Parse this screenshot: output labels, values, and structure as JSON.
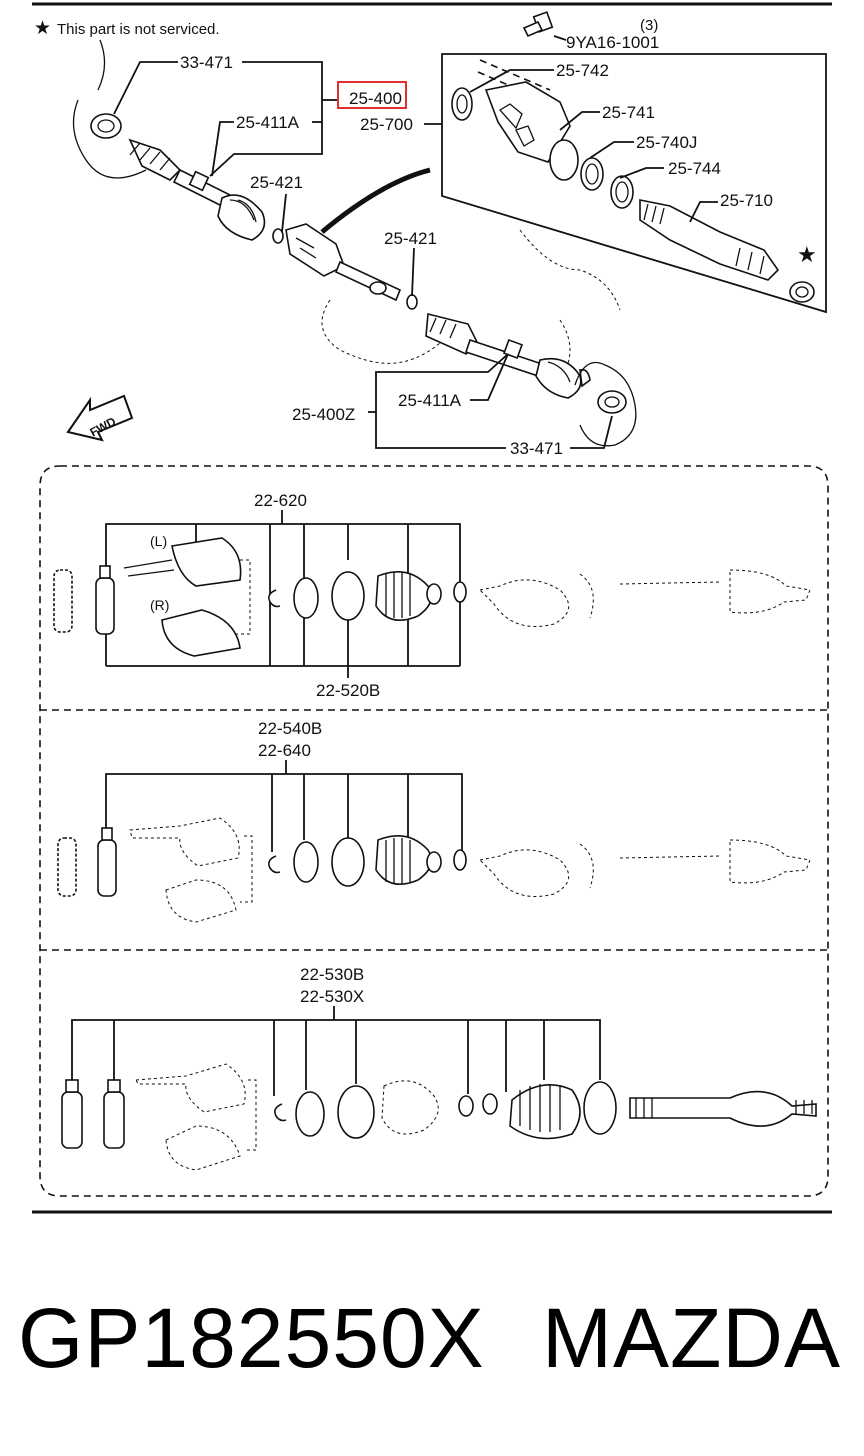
{
  "note": {
    "star": "★",
    "text": "This part is not serviced."
  },
  "top_labels": {
    "bolt_qty": "(3)",
    "bolt_code": "9YA16-1001",
    "l_33_471_top": "33-471",
    "l_25_400": "25-400",
    "l_25_700": "25-700",
    "l_25_411A_top": "25-411A",
    "l_25_421_a": "25-421",
    "l_25_421_b": "25-421",
    "l_25_742": "25-742",
    "l_25_741": "25-741",
    "l_25_740J": "25-740J",
    "l_25_744": "25-744",
    "l_25_710": "25-710",
    "l_25_411A_bot": "25-411A",
    "l_25_400Z": "25-400Z",
    "l_33_471_bot": "33-471",
    "fwd": "FWD",
    "star_mark": "★"
  },
  "kits": [
    {
      "labels": [
        "22-620"
      ],
      "bottom_label": "22-520B",
      "left_tag": "(L)",
      "right_tag": "(R)"
    },
    {
      "labels": [
        "22-540B",
        "22-640"
      ]
    },
    {
      "labels": [
        "22-530B",
        "22-530X"
      ]
    }
  ],
  "footer": {
    "part_number": "GP182550X",
    "brand": "MAZDA"
  },
  "colors": {
    "highlight": "#e03030",
    "ink": "#111111"
  }
}
